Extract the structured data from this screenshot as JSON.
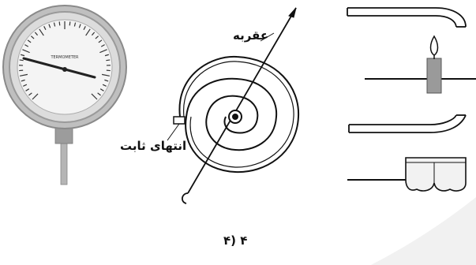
{
  "labels": {
    "needle": "عقربه",
    "fixed_end": "انتهای ثابت"
  },
  "gauge": {
    "brand": "TERMOMETER"
  },
  "option": {
    "number_text": "۴ (۴"
  },
  "colors": {
    "ink": "#111111",
    "gauge_body": "#c8c8c8",
    "candle": "#9a9a9a",
    "watermark": "#e6e6e6"
  }
}
